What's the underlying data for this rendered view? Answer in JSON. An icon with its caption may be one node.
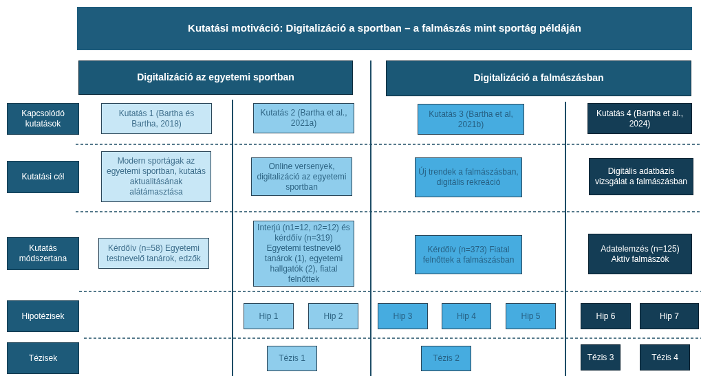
{
  "diagram": {
    "nodes": [
      {
        "text": [
          "Kutatási motiváció: Digitalizáció a sportban – a falmászás mint sportág példáján"
        ]
      },
      {
        "text": [
          "Digitalizáció az egyetemi sportban"
        ]
      },
      {
        "text": [
          "Digitalizáció a falmászásban"
        ]
      },
      {
        "text": [
          "Kapcsolódó kutatások"
        ]
      },
      {
        "text": [
          "Kutatási cél"
        ]
      },
      {
        "text": [
          "Kutatás módszertana"
        ]
      },
      {
        "text": [
          "Hipotézisek"
        ]
      },
      {
        "text": [
          "Tézisek"
        ]
      },
      {
        "text": [
          "Kutatás 1 (Bartha és Bartha, 2018)"
        ]
      },
      {
        "text": [
          "Kutatás 2 (Bartha et al., 2021a)"
        ]
      },
      {
        "text": [
          "Kutatás 3 (Bartha et al, 2021b)"
        ]
      },
      {
        "text": [
          "Kutatás 4 (Bartha et al., 2024)"
        ]
      },
      {
        "text": [
          "Modern sportágak az egyetemi sportban, kutatás aktualitásának alátámasztása"
        ]
      },
      {
        "text": [
          "Online versenyek, digitalizáció az egyetemi sportban"
        ]
      },
      {
        "text": [
          "Új trendek a falmászásban, digitális rekreáció"
        ]
      },
      {
        "text": [
          "Digitális adatbázis vizsgálat a falmászásban"
        ]
      },
      {
        "text": [
          "Kérdőív (n=58) Egyetemi testnevelő tanárok, edzők"
        ]
      },
      {
        "text": [
          "Interjú (n1=12, n2=12) és kérdőív (n=319) Egyetemi testnevelő tanárok (1), egyetemi hallgatók (2), fiatal felnőttek"
        ]
      },
      {
        "text": [
          "Kérdőív (n=373) Fiatal felnőttek a falmászásban"
        ]
      },
      {
        "text": [
          "Adatelemzés (n=125) Aktív falmászók"
        ]
      },
      {
        "text": [
          "Hip 1"
        ]
      },
      {
        "text": [
          "Hip 2"
        ]
      },
      {
        "text": [
          "Hip 3"
        ]
      },
      {
        "text": [
          "Hip 4"
        ]
      },
      {
        "text": [
          "Hip 5"
        ]
      },
      {
        "text": [
          "Hip 6"
        ]
      },
      {
        "text": [
          "Hip 7"
        ]
      },
      {
        "text": [
          "Tézis 1"
        ]
      },
      {
        "text": [
          "Tézis 2"
        ]
      },
      {
        "text": [
          "Tézis 3"
        ]
      },
      {
        "text": [
          "Tézis 4"
        ]
      }
    ]
  }
}
